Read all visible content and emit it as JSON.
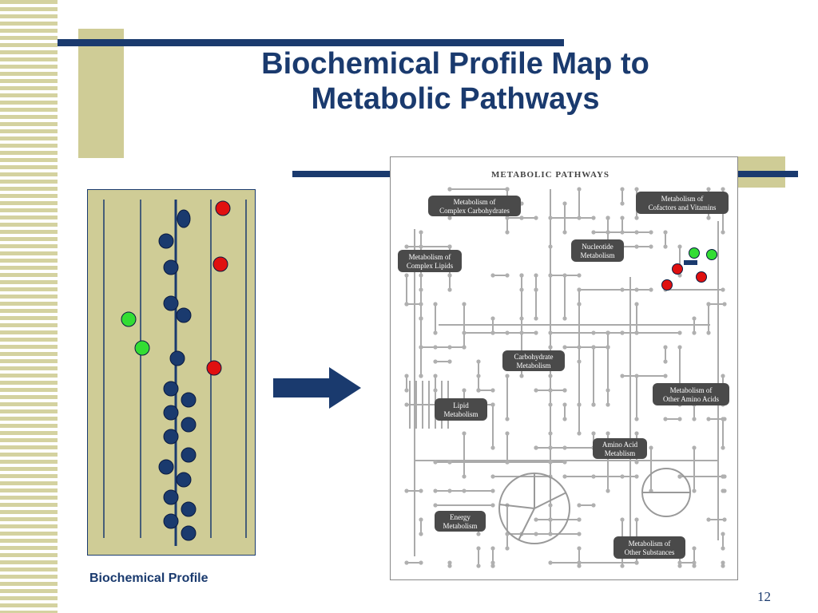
{
  "slide": {
    "title_line1": "Biochemical Profile Map to",
    "title_line2": "Metabolic Pathways",
    "page_number": "12"
  },
  "profile": {
    "caption": "Biochemical Profile",
    "colors": {
      "blue": "#1a3a6e",
      "red": "#e01010",
      "green": "#33dd33"
    }
  },
  "map": {
    "title": "METABOLIC PATHWAYS",
    "labels": [
      {
        "id": "complex-carbohydrates",
        "line1": "Metabolism of",
        "line2": "Complex Carbohydrates"
      },
      {
        "id": "cofactors-vitamins",
        "line1": "Metabolism of",
        "line2": "Cofactors and Vitamins"
      },
      {
        "id": "nucleotide",
        "line1": "Nucleotide",
        "line2": "Metabolism"
      },
      {
        "id": "complex-lipids",
        "line1": "Metabolism of",
        "line2": "Complex Lipids"
      },
      {
        "id": "carbohydrate",
        "line1": "Carbohydrate",
        "line2": "Metabolism"
      },
      {
        "id": "other-amino-acids",
        "line1": "Metabolism of",
        "line2": "Other Amino Acids"
      },
      {
        "id": "lipid",
        "line1": "Lipid",
        "line2": "Metabolism"
      },
      {
        "id": "amino-acid",
        "line1": "Amino Acid",
        "line2": "Metablism"
      },
      {
        "id": "energy",
        "line1": "Energy",
        "line2": "Metabolism"
      },
      {
        "id": "other-substances",
        "line1": "Metabolism of",
        "line2": "Other Substances"
      }
    ]
  }
}
